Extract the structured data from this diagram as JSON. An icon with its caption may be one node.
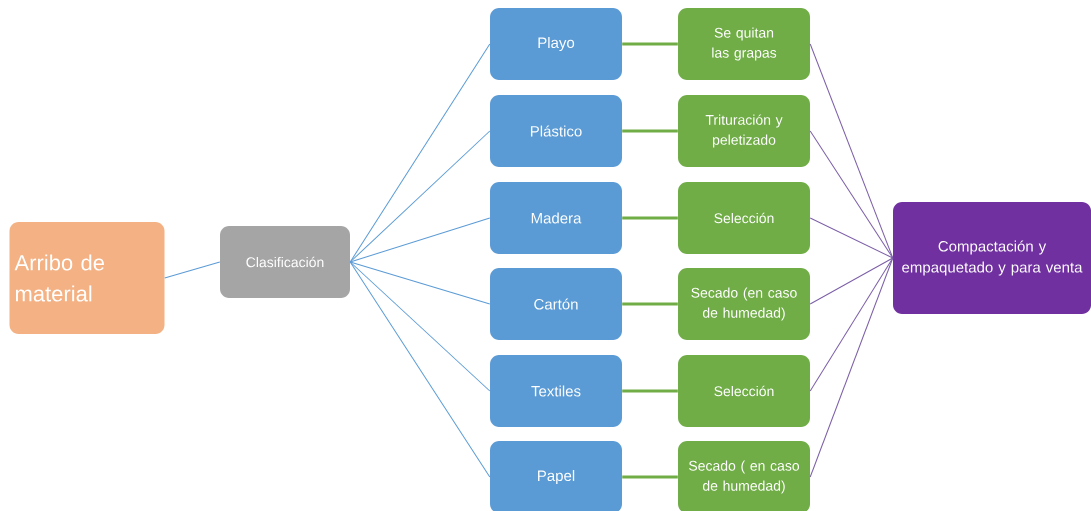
{
  "diagram": {
    "nodes": [
      {
        "text": [
          "Arribo de material"
        ]
      },
      {
        "text": [
          "Clasificación"
        ]
      },
      {
        "text": [
          "Playo"
        ]
      },
      {
        "text": [
          "Plástico"
        ]
      },
      {
        "text": [
          "Madera"
        ]
      },
      {
        "text": [
          "Cartón"
        ]
      },
      {
        "text": [
          "Textiles"
        ]
      },
      {
        "text": [
          "Papel"
        ]
      },
      {
        "text": [
          "Se quitan las grapas"
        ]
      },
      {
        "text": [
          "Trituración y peletizado"
        ]
      },
      {
        "text": [
          "Selección"
        ]
      },
      {
        "text": [
          "Secado (en caso de humedad)"
        ]
      },
      {
        "text": [
          "Selección"
        ]
      },
      {
        "text": [
          "Secado ( en caso de humedad)"
        ]
      },
      {
        "text": [
          "Compactación y empaquetado y para venta"
        ]
      }
    ],
    "edges": [
      {
        "from": 0,
        "to": 1,
        "arrow": "none"
      },
      {
        "from": 1,
        "to": 2,
        "arrow": "none"
      },
      {
        "from": 1,
        "to": 3,
        "arrow": "none"
      },
      {
        "from": 1,
        "to": 4,
        "arrow": "none"
      },
      {
        "from": 1,
        "to": 5,
        "arrow": "none"
      },
      {
        "from": 1,
        "to": 6,
        "arrow": "none"
      },
      {
        "from": 1,
        "to": 7,
        "arrow": "none"
      },
      {
        "from": 2,
        "to": 8,
        "arrow": "none",
        "color": "#70ad47",
        "style": "thick"
      },
      {
        "from": 3,
        "to": 9,
        "arrow": "none",
        "color": "#70ad47",
        "style": "thick"
      },
      {
        "from": 4,
        "to": 10,
        "arrow": "none",
        "color": "#70ad47",
        "style": "thick"
      },
      {
        "from": 5,
        "to": 11,
        "arrow": "none",
        "color": "#70ad47",
        "style": "thick"
      },
      {
        "from": 6,
        "to": 12,
        "arrow": "none",
        "color": "#70ad47",
        "style": "thick"
      },
      {
        "from": 7,
        "to": 13,
        "arrow": "none",
        "color": "#70ad47",
        "style": "thick"
      },
      {
        "from": 8,
        "to": 14,
        "arrow": "none",
        "color": "#7b5ea7"
      },
      {
        "from": 9,
        "to": 14,
        "arrow": "none",
        "color": "#7b5ea7"
      },
      {
        "from": 10,
        "to": 14,
        "arrow": "none",
        "color": "#7b5ea7"
      },
      {
        "from": 11,
        "to": 14,
        "arrow": "none",
        "color": "#7b5ea7"
      },
      {
        "from": 12,
        "to": 14,
        "arrow": "none",
        "color": "#7b5ea7"
      },
      {
        "from": 13,
        "to": 14,
        "arrow": "none",
        "color": "#7b5ea7"
      }
    ]
  }
}
